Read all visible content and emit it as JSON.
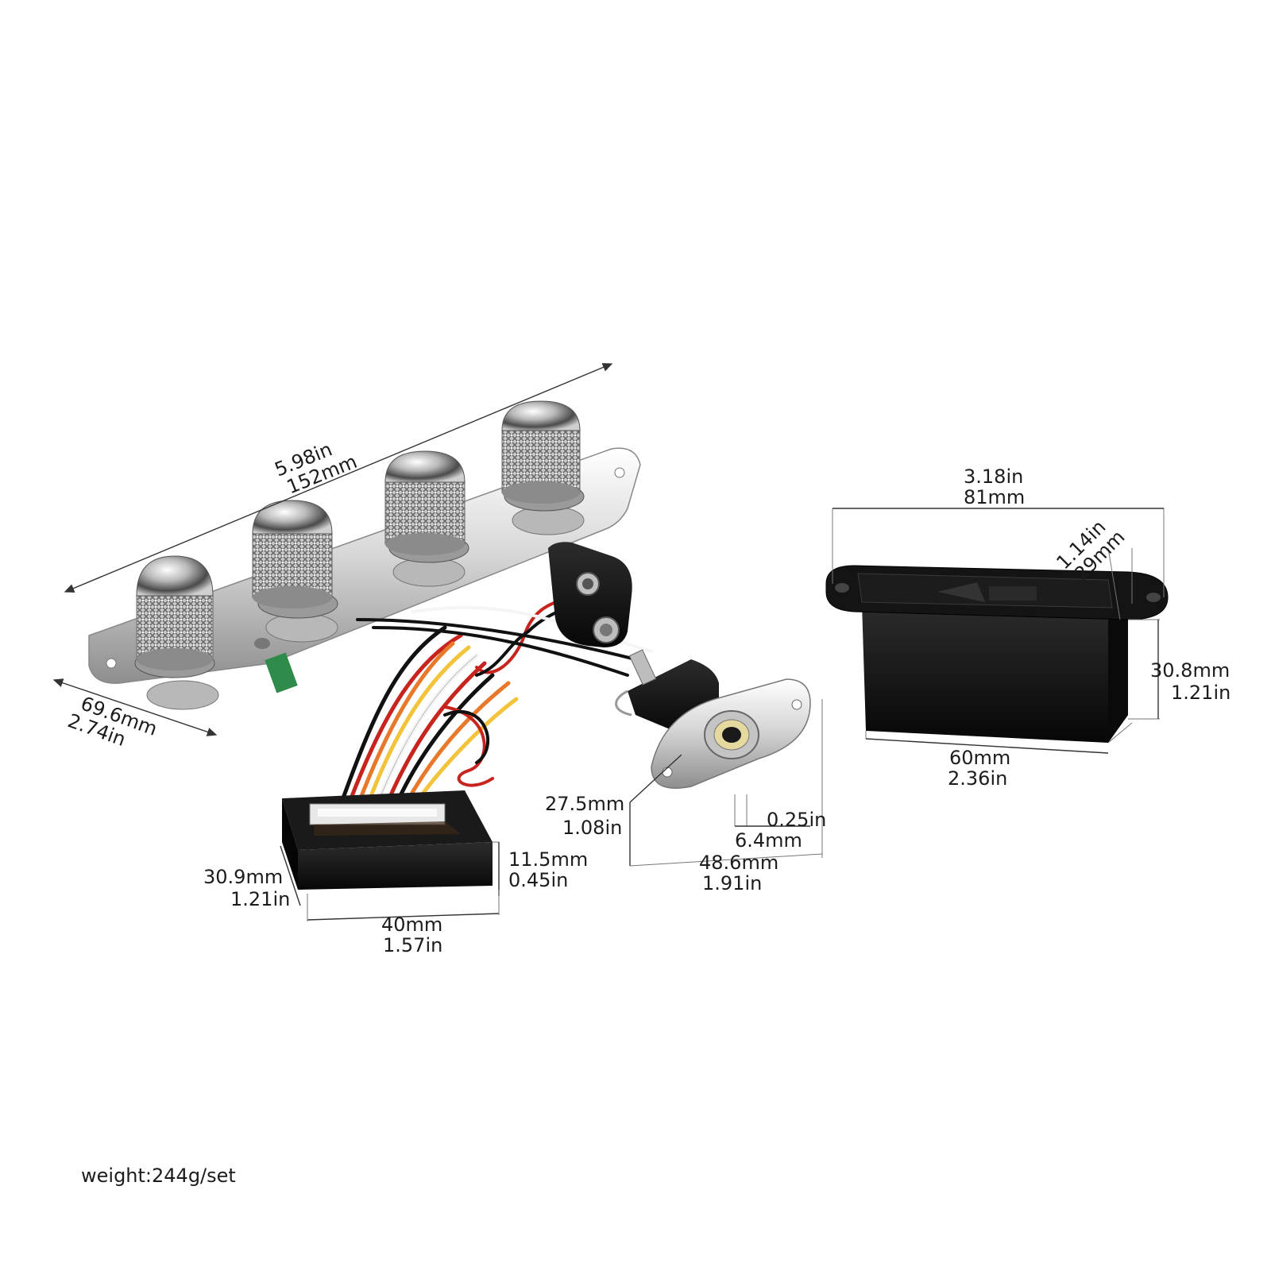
{
  "control_plate": {
    "length": {
      "in": "5.98in",
      "mm": "152mm"
    },
    "width": {
      "mm": "69.6mm",
      "in": "2.74in"
    }
  },
  "preamp_box": {
    "depth": {
      "mm": "30.9mm",
      "in": "1.21in"
    },
    "height": {
      "mm": "11.5mm",
      "in": "0.45in"
    },
    "width": {
      "mm": "40mm",
      "in": "1.57in"
    }
  },
  "jack_plate": {
    "height": {
      "mm": "27.5mm",
      "in": "1.08in"
    },
    "hole": {
      "in": "0.25in",
      "mm": "6.4mm"
    },
    "width": {
      "mm": "48.6mm",
      "in": "1.91in"
    }
  },
  "battery_box": {
    "length": {
      "in": "3.18in",
      "mm": "81mm"
    },
    "flange": {
      "in": "1.14in",
      "mm": "29mm"
    },
    "height": {
      "mm": "30.8mm",
      "in": "1.21in"
    },
    "body": {
      "mm": "60mm",
      "in": "2.36in"
    }
  },
  "weight_label": "weight:244g/set",
  "colors": {
    "chrome": "#d9d9d9",
    "black_plastic": "#111111",
    "wire_red": "#c8241e",
    "wire_orange": "#e8782a",
    "wire_yellow": "#f2c33b",
    "wire_white": "#f5f5f5",
    "wire_black": "#111111",
    "pcb_green": "#2e8b4a"
  }
}
